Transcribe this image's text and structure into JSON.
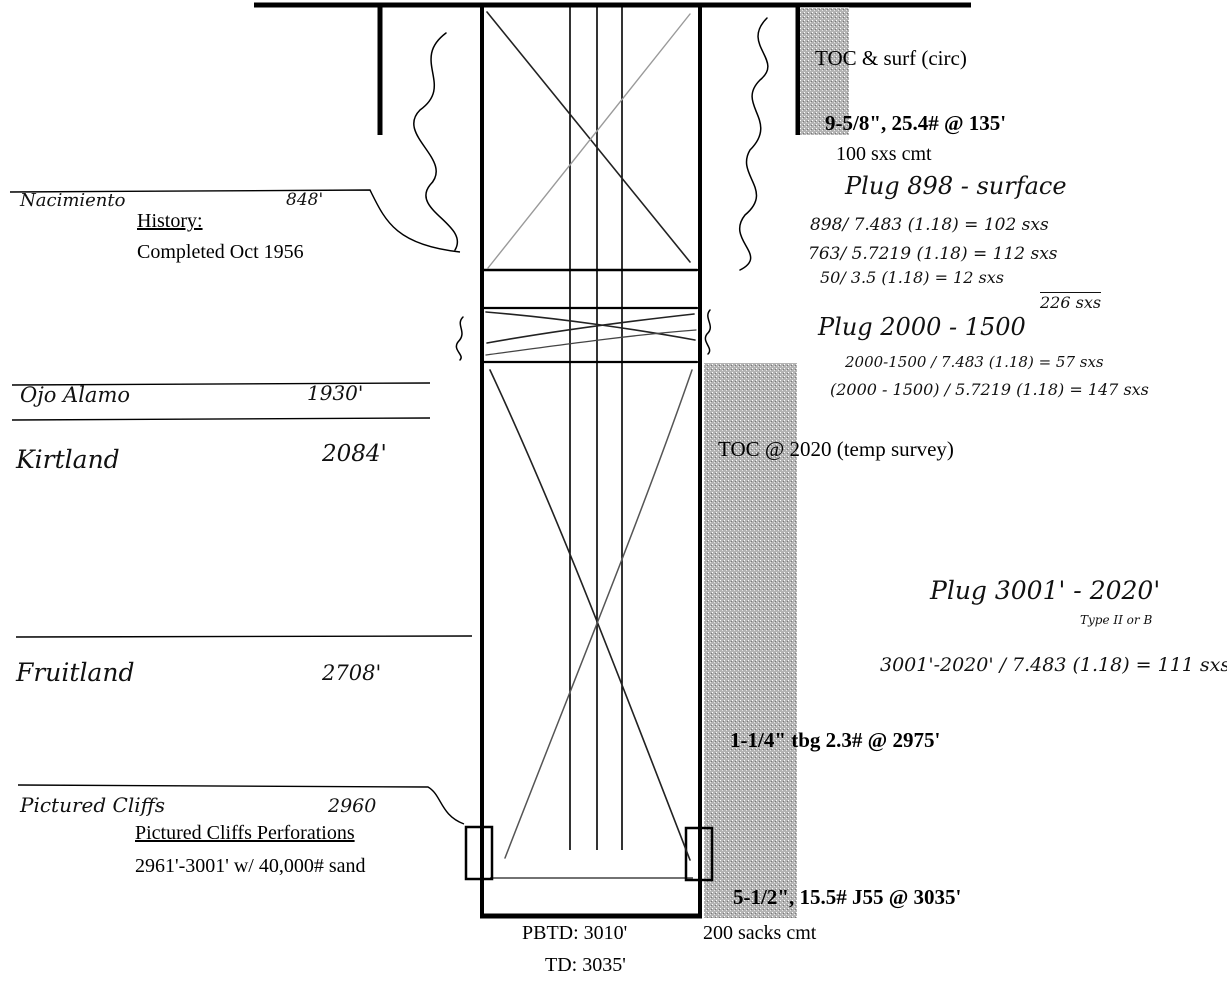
{
  "history": {
    "heading": "History:",
    "completed": "Completed Oct 1956"
  },
  "casing": {
    "surface_cement_top": "TOC & surf (circ)",
    "surface_casing": "9-5/8\", 25.4# @ 135'",
    "surface_cement": "100 sxs cmt",
    "production_cement_top": "TOC @ 2020 (temp survey)",
    "tubing": "1-1/4\" tbg  2.3# @ 2975'",
    "production_casing": "5-1/2\", 15.5# J55 @ 3035'",
    "production_cement": "200 sacks cmt",
    "pbtd": "PBTD:  3010'",
    "td": "TD:  3035'"
  },
  "perforations": {
    "title": "Pictured Cliffs Perforations",
    "detail": "2961'-3001' w/ 40,000# sand"
  },
  "formations": [
    {
      "name": "Nacimiento",
      "depth": "848'"
    },
    {
      "name": "Ojo Alamo",
      "depth": "1930'"
    },
    {
      "name": "Kirtland",
      "depth": "2084'"
    },
    {
      "name": "Fruitland",
      "depth": "2708'"
    },
    {
      "name": "Pictured Cliffs",
      "depth": "2960"
    }
  ],
  "plugs": {
    "plug1": {
      "title": "Plug 898 - surface",
      "lines": [
        "898/ 7.483 (1.18) = 102 sxs",
        "763/ 5.7219 (1.18) = 112 sxs",
        "50/ 3.5    (1.18) = 12 sxs"
      ],
      "total": "226 sxs"
    },
    "plug2": {
      "title": "Plug 2000 - 1500",
      "lines": [
        "2000-1500 / 7.483 (1.18) = 57 sxs",
        "(2000 - 1500) / 5.7219 (1.18) = 147 sxs"
      ]
    },
    "plug3": {
      "title": "Plug 3001' - 2020'",
      "note": "Type II or B",
      "line": "3001'-2020' / 7.483 (1.18) = 111 sxs"
    }
  },
  "colors": {
    "cement_fill": "#9a9a9a",
    "line": "#000000"
  }
}
